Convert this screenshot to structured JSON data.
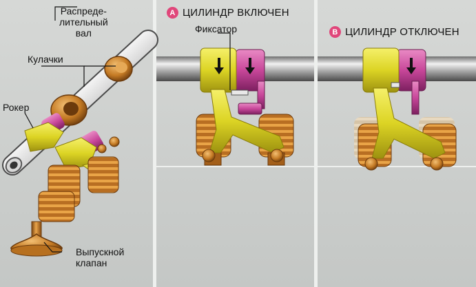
{
  "left": {
    "camshaft_label": "Распреде-\nлительный\nвал",
    "cams_label": "Кулачки",
    "rocker_label": "Рокер",
    "valve_label": "Выпускной\nклапан"
  },
  "middle": {
    "badge": "A",
    "title": "ЦИЛИНДР ВКЛЮЧЕН",
    "latch_label": "Фиксатор"
  },
  "right": {
    "badge": "B",
    "title": "ЦИЛИНДР ОТКЛЮЧЕН"
  },
  "colors": {
    "yellow": "#e2dc2a",
    "magenta": "#c8479a",
    "bronze": "#c9832a",
    "steel": "#9a9c9c",
    "badge": "#e0467a"
  }
}
